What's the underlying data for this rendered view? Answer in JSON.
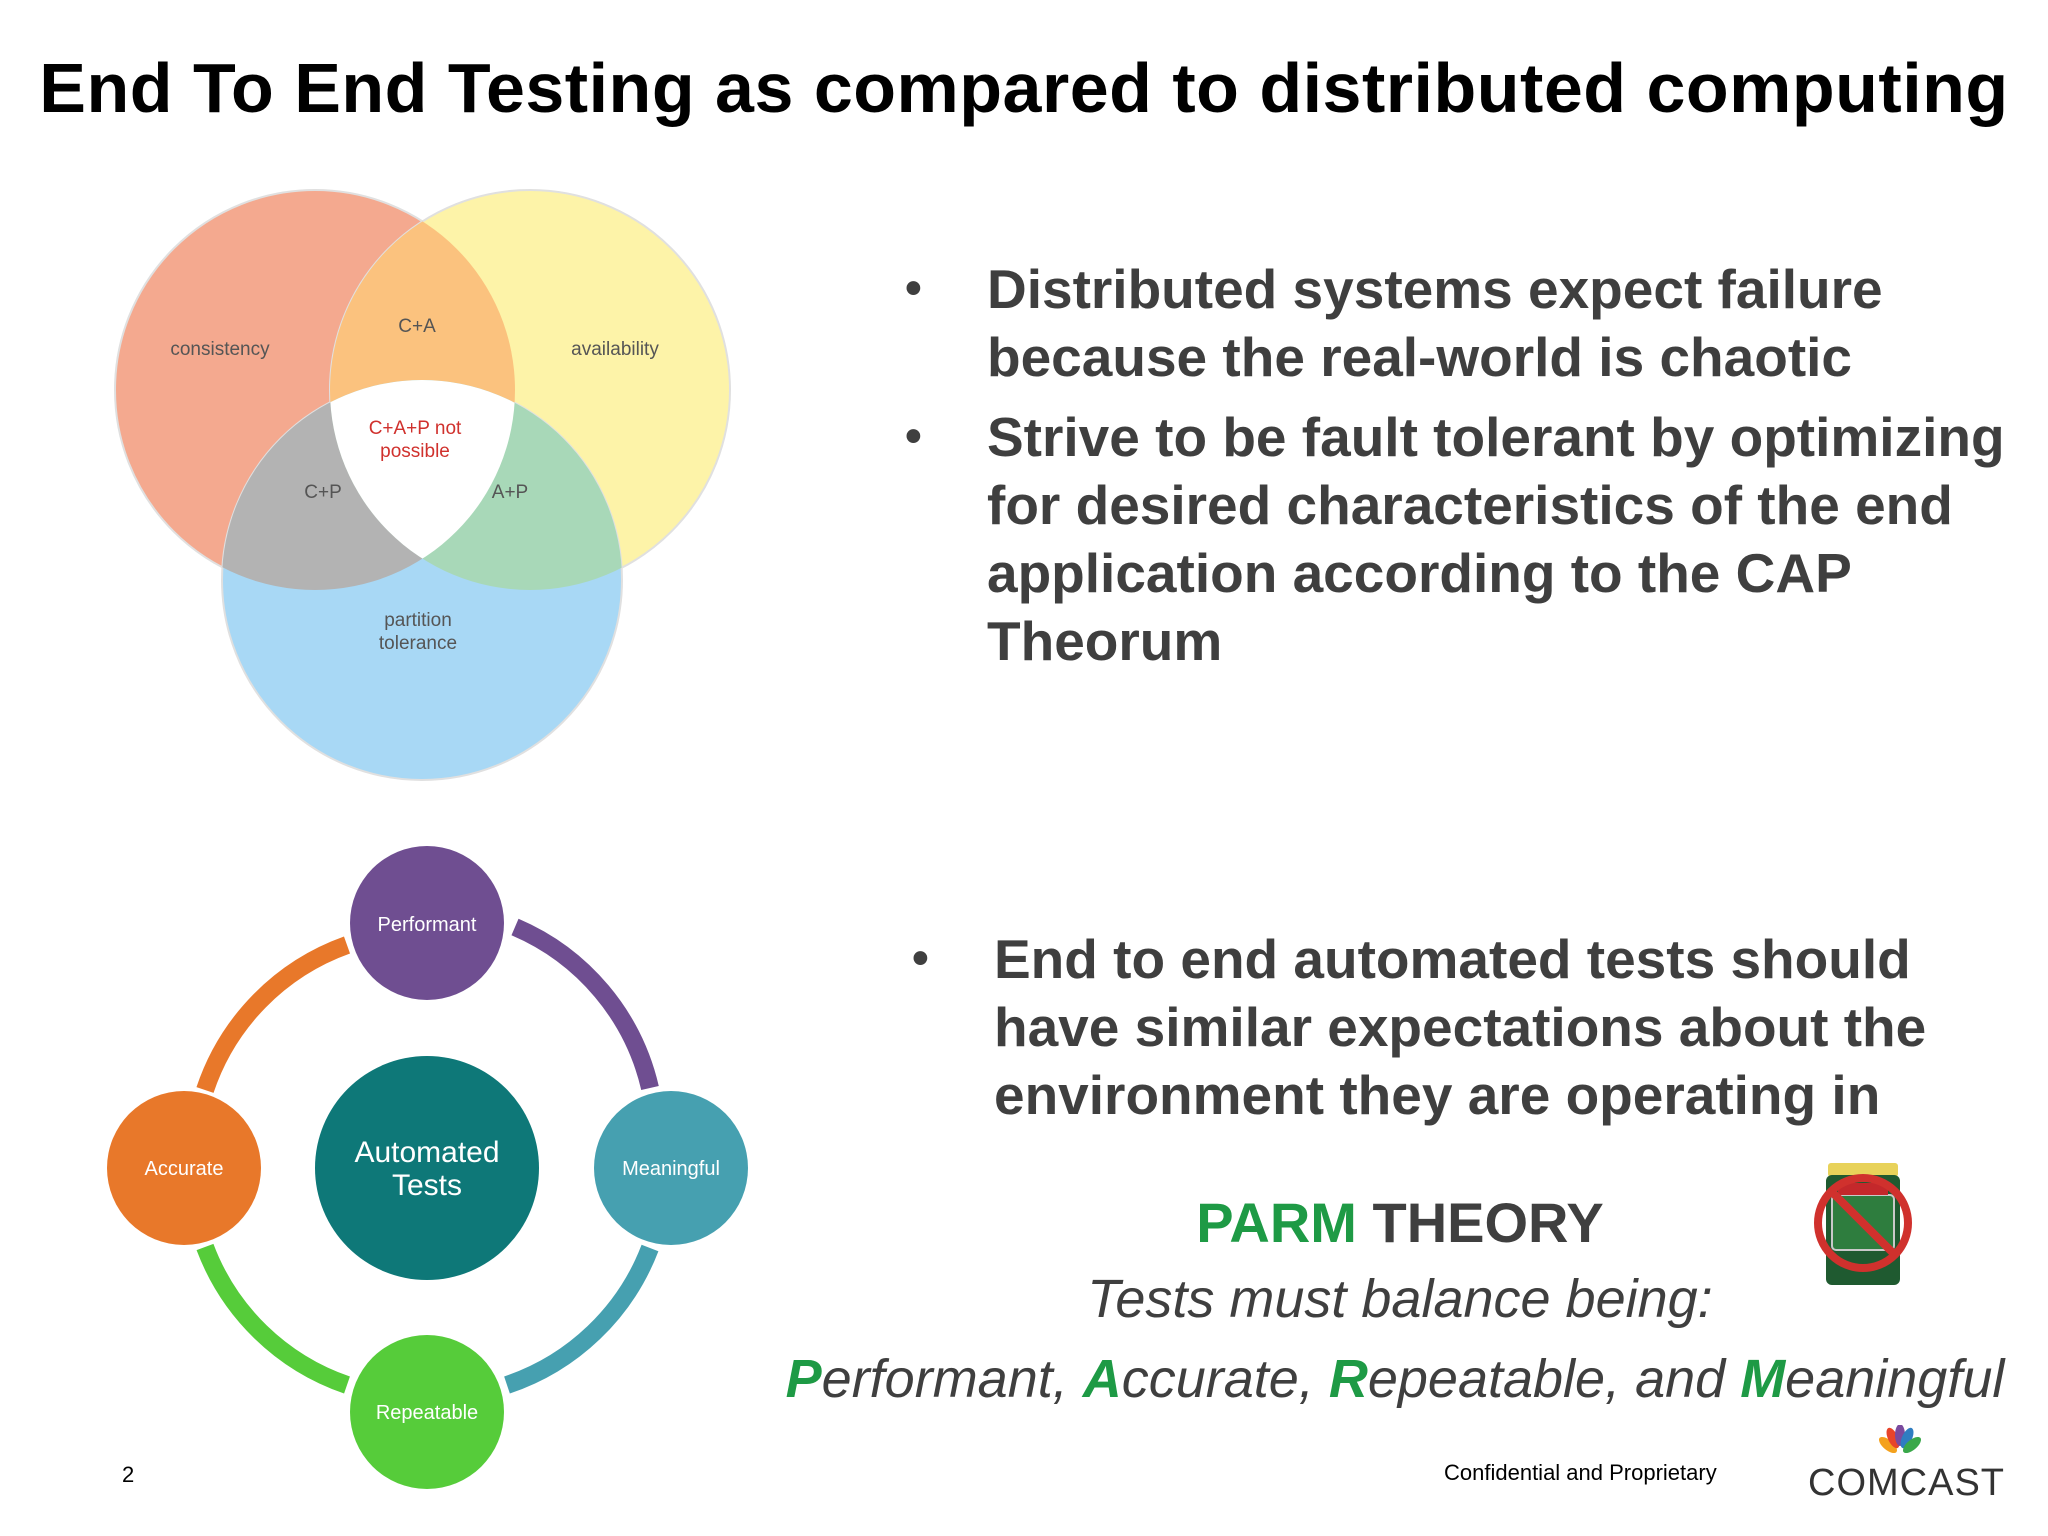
{
  "slide": {
    "title": "End To End Testing as compared to distributed computing",
    "page_number": "2",
    "footer": "Confidential and Proprietary",
    "logo_text": "COMCAST"
  },
  "venn": {
    "consistency": "consistency",
    "availability": "availability",
    "partition_line1": "partition",
    "partition_line2": "tolerance",
    "ca": "C+A",
    "cp": "C+P",
    "ap": "A+P",
    "center_line1": "C+A+P not",
    "center_line2": "possible",
    "colors": {
      "consistency": "#f4a98f",
      "availability": "#fdf3a8",
      "partition": "#a8d8f5",
      "ca": "#fbc27e",
      "cp": "#b3b3b3",
      "ap": "#a8d8b8",
      "center_text": "#d0312d"
    }
  },
  "bullets_top": [
    "Distributed systems expect failure because the real-world is chaotic",
    "Strive to be fault tolerant by optimizing for desired characteristics of the end application according to the CAP Theorum"
  ],
  "bullets_bottom": [
    "End to end automated tests should have similar expectations about the environment they are operating in"
  ],
  "bullet_symbol": "•",
  "cycle": {
    "center_line1": "Automated",
    "center_line2": "Tests",
    "top": "Performant",
    "right": "Meaningful",
    "bottom": "Repeatable",
    "left": "Accurate",
    "colors": {
      "center": "#0e7878",
      "top": "#6f4e91",
      "right": "#46a0b0",
      "bottom": "#56cc3a",
      "left": "#e8782a"
    }
  },
  "parm": {
    "title_green": "PARM",
    "title_rest": " THEORY",
    "subtitle": "Tests must balance being:",
    "p": "P",
    "p_rest": "erformant, ",
    "a": "A",
    "a_rest": "ccurate, ",
    "r": "R",
    "r_rest": "epeatable, and ",
    "m": "M",
    "m_rest": "eaningful"
  }
}
